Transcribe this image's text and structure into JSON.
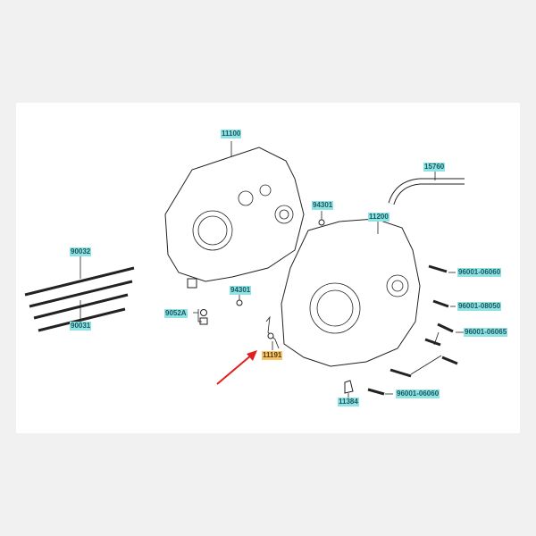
{
  "diagram": {
    "labels": {
      "case_left": "11100",
      "hose": "15760",
      "bolt_94301_top": "94301",
      "case_right": "11200",
      "stud_90032": "90032",
      "stud_90031": "90031",
      "bolt_94301_bottom": "94301",
      "drain_bolt": "9052A",
      "bracket": "11191",
      "clamp": "11384",
      "bolt_1": "96001-06060",
      "bolt_2": "96001-08050",
      "bolt_3": "96001-06065",
      "bolt_4": "96001-06060"
    },
    "colors": {
      "label_bg": "#8fe3e3",
      "highlight_bg": "#f6c46a",
      "arrow": "#e02020"
    }
  }
}
